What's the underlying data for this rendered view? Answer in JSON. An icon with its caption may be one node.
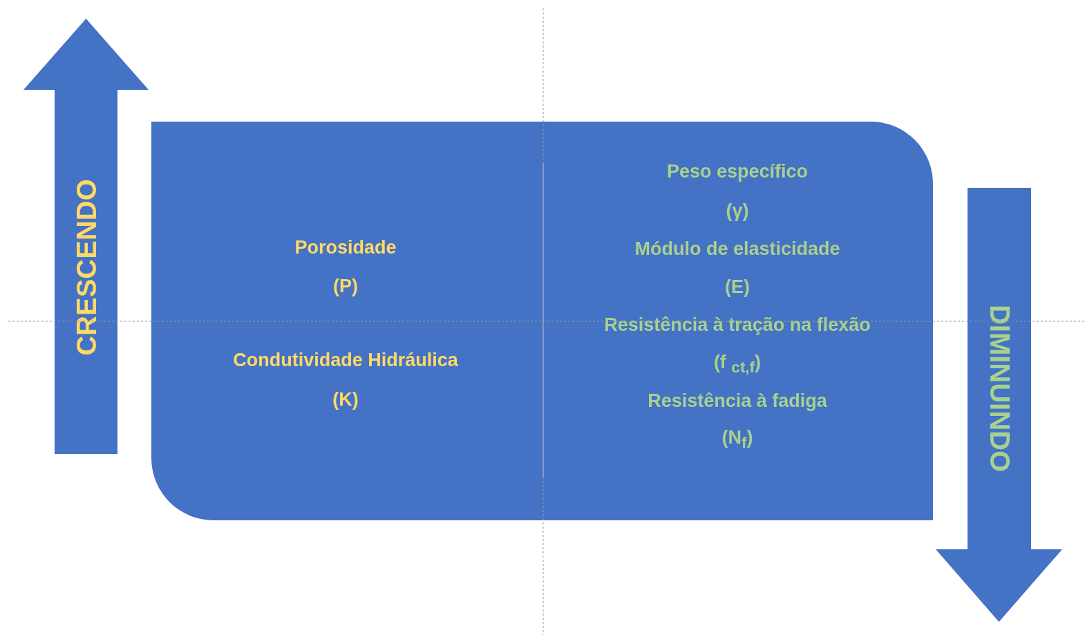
{
  "diagram": {
    "nodes": [
      {
        "text": [
          "CRESCENDO"
        ]
      },
      {
        "text": [
          "Porosidade",
          "(P)",
          "Condutividade Hidráulica",
          "(K)",
          "Peso específico",
          "(γ)",
          "Módulo de elasticidade",
          "(E)",
          "Resistência à tração na flexão",
          "(f $_{ct,f}$)",
          "Resistência à fadiga",
          "(N$_{f}$)"
        ]
      },
      {
        "text": [
          "DIMINUINDO"
        ]
      }
    ],
    "edges": []
  }
}
